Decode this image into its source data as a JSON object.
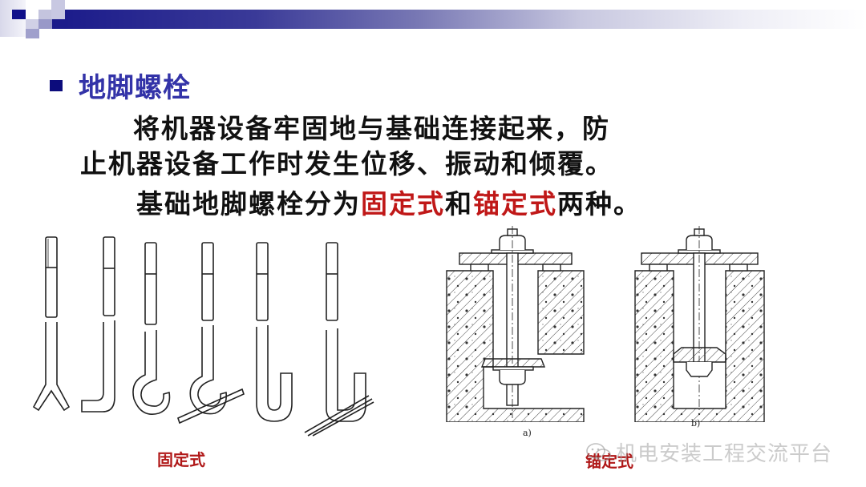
{
  "slide": {
    "header_bar": {
      "gradient_start": "#1a1a8a",
      "gradient_end": "#ffffff"
    },
    "heading": {
      "bullet_color": "#0c0c7c",
      "text": "地脚螺栓",
      "color": "#3333a8"
    },
    "paragraph": {
      "line1": "将机器设备牢固地与基础连接起来，防",
      "line2": "止机器设备工作时发生位移、振动和倾覆。",
      "line3_prefix": "基础地脚螺栓分为",
      "line3_red1": "固定式",
      "line3_mid": "和",
      "line3_red2": "锚定式",
      "line3_suffix": "两种。",
      "highlight_color": "#c01818"
    },
    "figures": {
      "left": {
        "description": "six fixed anchor bolt shapes",
        "caption": "固定式"
      },
      "right": {
        "sub_a_label": "a)",
        "sub_b_label": "b)",
        "caption": "锚定式"
      }
    },
    "watermark": {
      "icon": "wechat-icon",
      "text": "机电安装工程交流平台"
    }
  }
}
